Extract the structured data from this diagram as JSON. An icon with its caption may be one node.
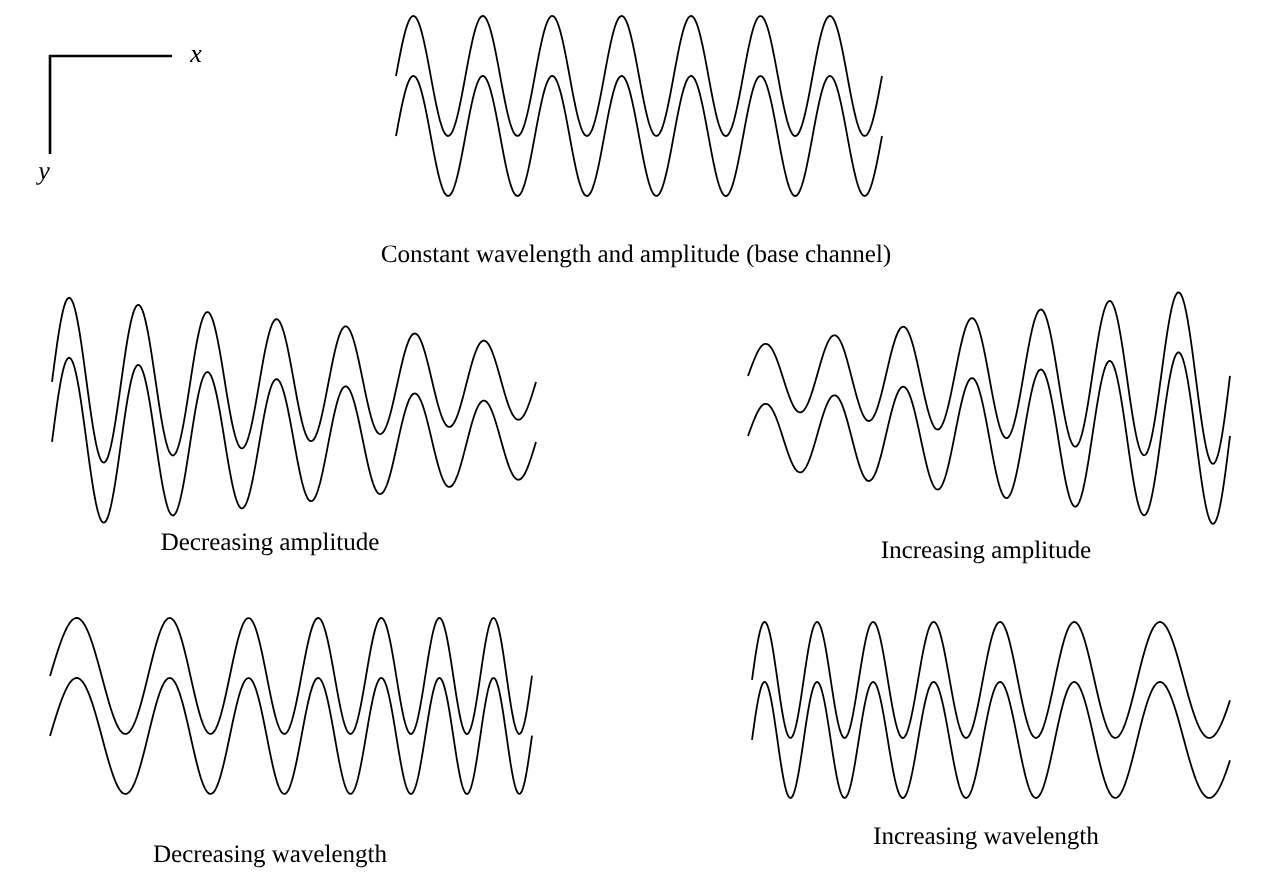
{
  "diagram": {
    "labels": [
      "x",
      "y",
      "Constant wavelength and amplitude (base channel)",
      "Decreasing amplitude",
      "Increasing amplitude",
      "Decreasing wavelength",
      "Increasing wavelength"
    ]
  }
}
